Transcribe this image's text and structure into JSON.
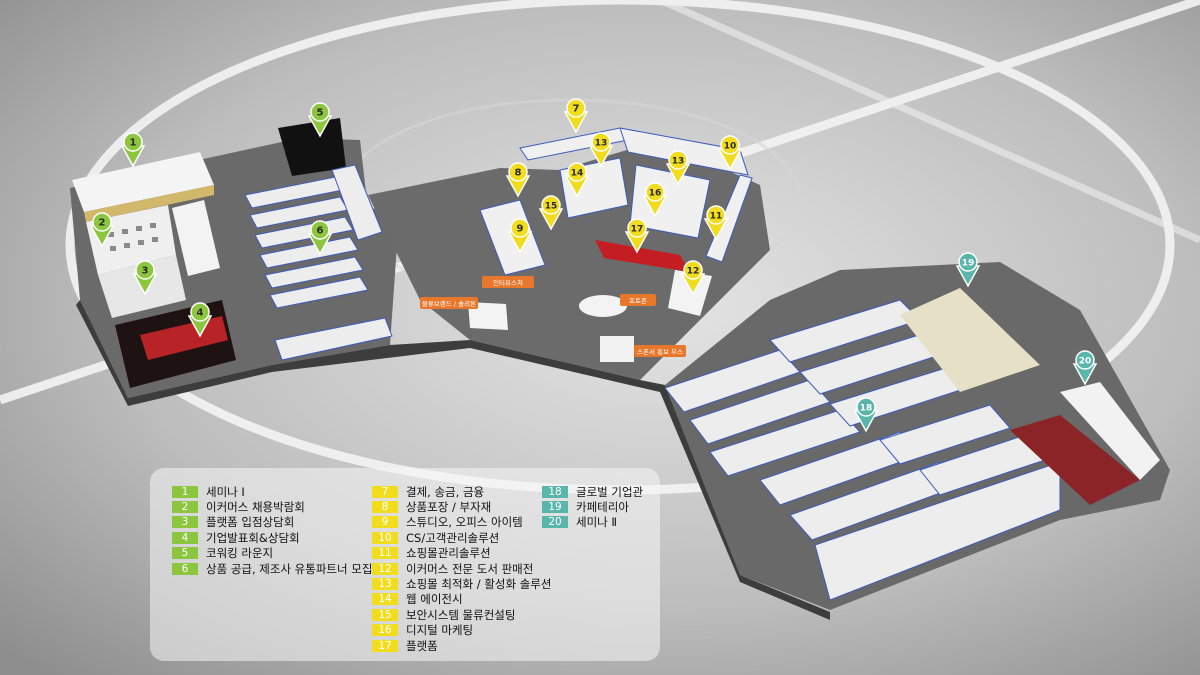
{
  "colors": {
    "green": "#8cc63f",
    "yellow": "#f2dc1e",
    "teal": "#5ab5aa",
    "orange": "#e8762b",
    "floor": "#6a6a6a"
  },
  "markers": [
    {
      "num": "1",
      "color": "green"
    },
    {
      "num": "2",
      "color": "green"
    },
    {
      "num": "3",
      "color": "green"
    },
    {
      "num": "4",
      "color": "green"
    },
    {
      "num": "5",
      "color": "green"
    },
    {
      "num": "6",
      "color": "green"
    },
    {
      "num": "7",
      "color": "yellow"
    },
    {
      "num": "8",
      "color": "yellow"
    },
    {
      "num": "9",
      "color": "yellow"
    },
    {
      "num": "10",
      "color": "yellow"
    },
    {
      "num": "11",
      "color": "yellow"
    },
    {
      "num": "12",
      "color": "yellow"
    },
    {
      "num": "13",
      "color": "yellow"
    },
    {
      "num": "13",
      "color": "yellow"
    },
    {
      "num": "14",
      "color": "yellow"
    },
    {
      "num": "15",
      "color": "yellow"
    },
    {
      "num": "16",
      "color": "yellow"
    },
    {
      "num": "17",
      "color": "yellow"
    },
    {
      "num": "18",
      "color": "teal"
    },
    {
      "num": "19",
      "color": "teal"
    },
    {
      "num": "20",
      "color": "teal"
    }
  ],
  "booth_tags": [
    {
      "text": "인터뷰스쳐"
    },
    {
      "text": "포토존"
    },
    {
      "text": "물류브랜드 / 솔리톤"
    },
    {
      "text": "스폰서 홍보 부스"
    }
  ],
  "legend": [
    [
      {
        "num": "1",
        "label": "세미나 Ⅰ",
        "color": "green"
      },
      {
        "num": "2",
        "label": "이커머스 채용박람회",
        "color": "green"
      },
      {
        "num": "3",
        "label": "플랫폼 입점상담회",
        "color": "green"
      },
      {
        "num": "4",
        "label": "기업발표회&상담회",
        "color": "green"
      },
      {
        "num": "5",
        "label": "코워킹 라운지",
        "color": "green"
      },
      {
        "num": "6",
        "label": "상품 공급, 제조사 유통파트너 모집관",
        "color": "green"
      }
    ],
    [
      {
        "num": "7",
        "label": "결제, 송금, 금융",
        "color": "yellow"
      },
      {
        "num": "8",
        "label": "상품포장 / 부자재",
        "color": "yellow"
      },
      {
        "num": "9",
        "label": "스튜디오, 오피스 아이템",
        "color": "yellow"
      },
      {
        "num": "10",
        "label": "CS/고객관리솔루션",
        "color": "yellow"
      },
      {
        "num": "11",
        "label": "쇼핑몰관리솔루션",
        "color": "yellow"
      },
      {
        "num": "12",
        "label": "이커머스 전문 도서 판매전",
        "color": "yellow"
      },
      {
        "num": "13",
        "label": "쇼핑몰 최적화 / 활성화 솔루션",
        "color": "yellow"
      },
      {
        "num": "14",
        "label": "웹 에이전시",
        "color": "yellow"
      },
      {
        "num": "15",
        "label": "보안시스템 물류컨설팅",
        "color": "yellow"
      },
      {
        "num": "16",
        "label": "디지털 마케팅",
        "color": "yellow"
      },
      {
        "num": "17",
        "label": "플랫폼",
        "color": "yellow"
      }
    ],
    [
      {
        "num": "18",
        "label": "글로벌 기업관",
        "color": "teal"
      },
      {
        "num": "19",
        "label": "카페테리아",
        "color": "teal"
      },
      {
        "num": "20",
        "label": "세미나 Ⅱ",
        "color": "teal"
      }
    ]
  ]
}
